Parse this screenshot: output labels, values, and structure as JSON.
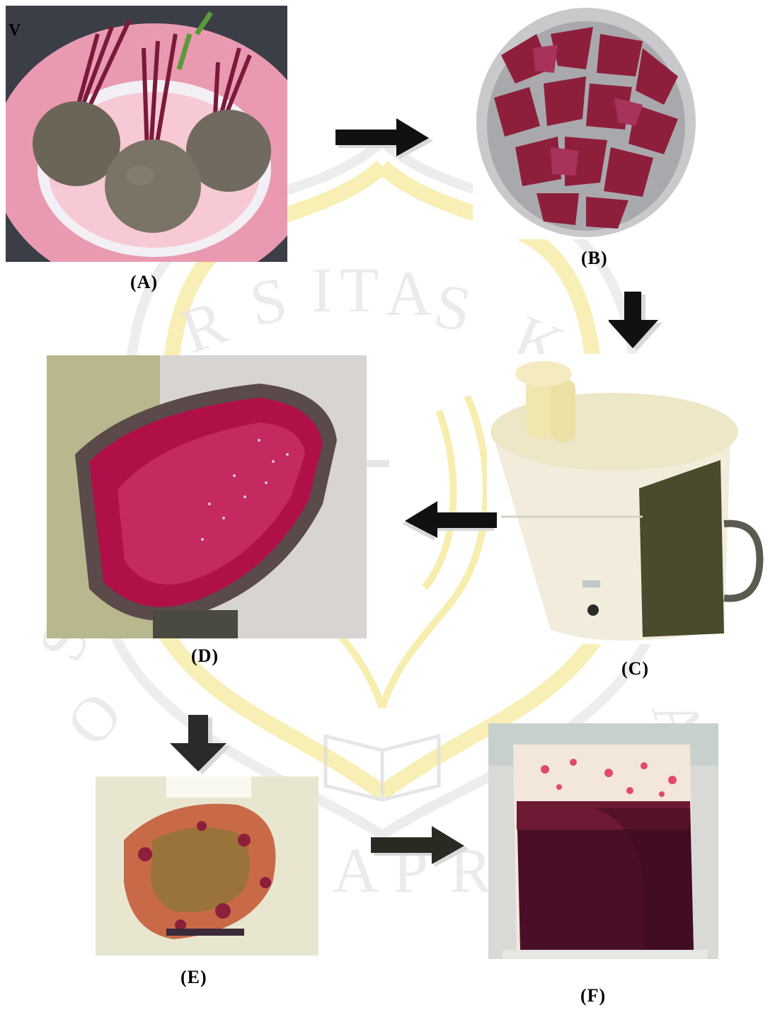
{
  "figure": {
    "corner_mark": "V",
    "panels": [
      {
        "id": "a",
        "caption": "(A)",
        "subject": "whole beetroots on plate"
      },
      {
        "id": "b",
        "caption": "(B)",
        "subject": "cut beetroot pieces in bowl"
      },
      {
        "id": "c",
        "caption": "(C)",
        "subject": "juicer machine"
      },
      {
        "id": "d",
        "caption": "(D)",
        "subject": "beetroot juice in jug"
      },
      {
        "id": "e",
        "caption": "(E)",
        "subject": "beetroot pulp residue"
      },
      {
        "id": "f",
        "caption": "(F)",
        "subject": "beetroot juice in beaker"
      }
    ],
    "arrows": [
      {
        "from": "a",
        "to": "b",
        "direction": "right"
      },
      {
        "from": "b",
        "to": "c",
        "direction": "down"
      },
      {
        "from": "c",
        "to": "d",
        "direction": "left"
      },
      {
        "from": "d",
        "to": "e",
        "direction": "down"
      },
      {
        "from": "e",
        "to": "f",
        "direction": "right"
      }
    ]
  },
  "colors": {
    "beet_skin": "#6b6558",
    "beet_flesh": "#8e1f3a",
    "juice": "#b01048",
    "plate_pink": "#e99ab0",
    "arrow_fill": "#111111",
    "watermark": "#f3e27a"
  }
}
